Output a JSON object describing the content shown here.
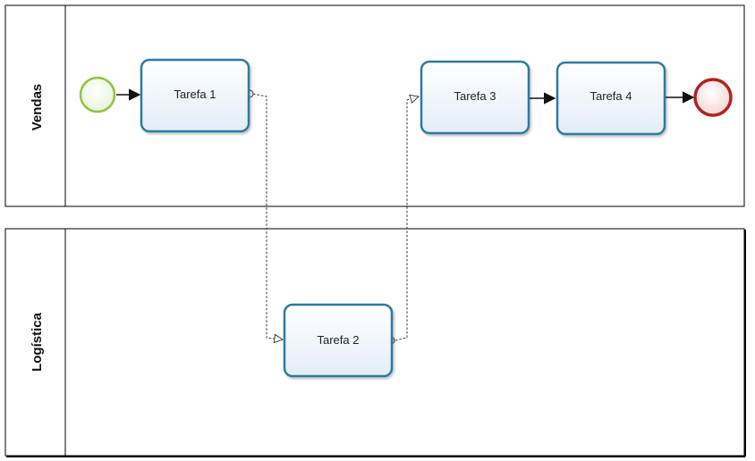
{
  "diagram": {
    "pools": [
      {
        "id": "vendas",
        "label": "Vendas"
      },
      {
        "id": "logistica",
        "label": "Logística"
      }
    ],
    "tasks": [
      {
        "id": "t1",
        "label": "Tarefa 1",
        "pool": "vendas"
      },
      {
        "id": "t2",
        "label": "Tarefa 2",
        "pool": "logistica"
      },
      {
        "id": "t3",
        "label": "Tarefa 3",
        "pool": "vendas"
      },
      {
        "id": "t4",
        "label": "Tarefa 4",
        "pool": "vendas"
      }
    ],
    "events": [
      {
        "id": "start",
        "type": "start",
        "color": "#8cc63f"
      },
      {
        "id": "end",
        "type": "end",
        "color": "#b22222"
      }
    ],
    "sequence_flows": [
      {
        "from": "start",
        "to": "t1"
      },
      {
        "from": "t3",
        "to": "t4"
      },
      {
        "from": "t4",
        "to": "end"
      }
    ],
    "message_flows": [
      {
        "from": "t1",
        "to": "t2"
      },
      {
        "from": "t2",
        "to": "t3"
      }
    ],
    "colors": {
      "task_stroke": "#2e7aa3",
      "task_fill_top": "#ffffff",
      "task_fill_bottom": "#e3edf7",
      "pool_stroke": "#000000"
    }
  }
}
